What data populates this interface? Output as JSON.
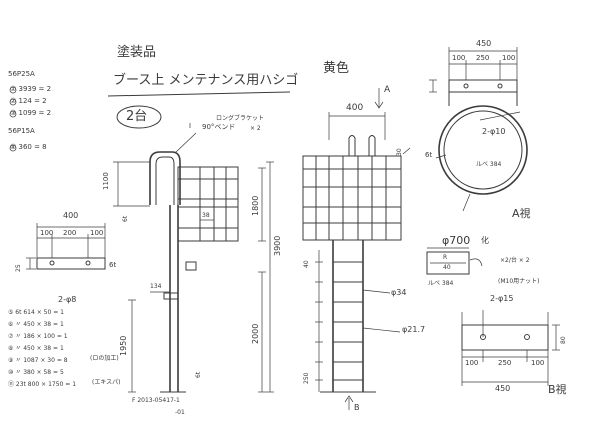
{
  "header": {
    "paint_finish": "塗装品",
    "title": "ブース上 メンテナンス用ハシゴ",
    "quantity": "2台",
    "color": "黄色"
  },
  "bom": {
    "std1_name": "56P25A",
    "std1_item1": "① 3939 = 2",
    "std1_item2": "② 124 = 2",
    "std1_item3": "③ 1099 = 2",
    "std2_name": "56P15A",
    "std2_item1": "④ 360 = 8"
  },
  "cut_list": [
    "⑤ 6t  614 × 50 = 1",
    "⑥ 〃  450 × 38 = 1",
    "⑦ 〃  186 × 100 = 1",
    "⑧ 〃  450 × 38 = 1",
    "⑨ 〃  1087 × 30 = 8",
    "⑩ 〃  380 × 58 = 5",
    "⑪ 23t 800 × 1750 = 1"
  ],
  "cut_note": "(ロの加工)",
  "cut_note2": "(エキスパ)",
  "front_view": {
    "bend_label": "90°ベンド",
    "pipe_note": "ロングブラケット",
    "pipe_qty": "× 2",
    "dim_top": "1100",
    "dim_upper": "1800",
    "dim_total": "3900",
    "dim_lower": "2000",
    "dim_side": "1950",
    "dim_38": "38",
    "dim_134": "134",
    "dim_6t": "6t",
    "dim_6t2": "6t",
    "note_bottom": "F  2013-05417-1",
    "note_bottom2": "-01"
  },
  "plate_view": {
    "dim_total": "400",
    "dim_a": "100",
    "dim_b": "200",
    "dim_c": "100",
    "dim_thk": "25",
    "dim_6t": "6t",
    "holes": "2-φ8"
  },
  "side_view": {
    "dim_width": "400",
    "dim_30": "30",
    "pipe_dia": "φ34",
    "pipe_dia2": "φ21.7",
    "section_a": "A",
    "section_b": "B",
    "dim_250": "250",
    "dim_40": "40"
  },
  "detail_a": {
    "dim_total": "450",
    "dim_a": "100",
    "dim_b": "250",
    "dim_c": "100",
    "holes": "2-φ10",
    "dim_6t": "6t",
    "ring_label": "ルベ 384",
    "ring_dia": "φ700",
    "ring_suffix": "化",
    "view_label": "A視"
  },
  "detail_b": {
    "dim_total": "450",
    "dim_a": "100",
    "dim_b": "250",
    "dim_c": "100",
    "holes": "2-φ15",
    "dim_side": "80",
    "bolt_note": "(M10用ナット)",
    "bolt_qty": "×2/台 × 2",
    "inner_r": "R",
    "inner_len": "40",
    "ring_label": "ルベ 384",
    "view_label": "B視"
  }
}
